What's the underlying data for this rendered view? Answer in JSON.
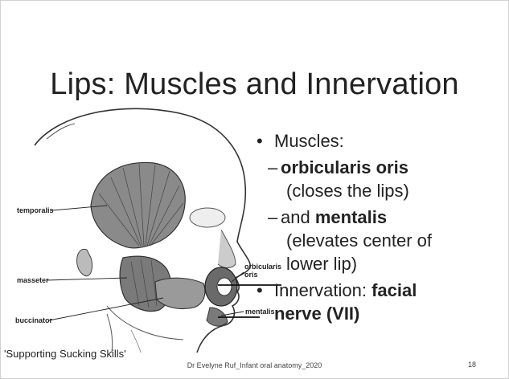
{
  "slide": {
    "title": "Lips: Muscles and Innervation",
    "caption": "'Supporting Sucking Skills'",
    "footer": "Dr Evelyne Ruf_Infant oral anatomy_2020",
    "page_number": "18"
  },
  "figure": {
    "labels": {
      "temporalis": "temporalis",
      "masseter": "masseter",
      "buccinator": "buccinator",
      "orbicularis_1": "orbicularis",
      "orbicularis_2": "oris",
      "mentalis": "mentalis"
    }
  },
  "bullets": {
    "muscles_heading": "Muscles:",
    "orbicularis_name": "orbicularis oris",
    "orbicularis_desc": "(closes the lips)",
    "mentalis_prefix": "and",
    "mentalis_name": "mentalis",
    "mentalis_desc_1": "(elevates center of",
    "mentalis_desc_2": "lower lip)",
    "innervation_label": "Innervation:",
    "innervation_nerve_1": "facial",
    "innervation_nerve_2": "nerve (VII)"
  }
}
